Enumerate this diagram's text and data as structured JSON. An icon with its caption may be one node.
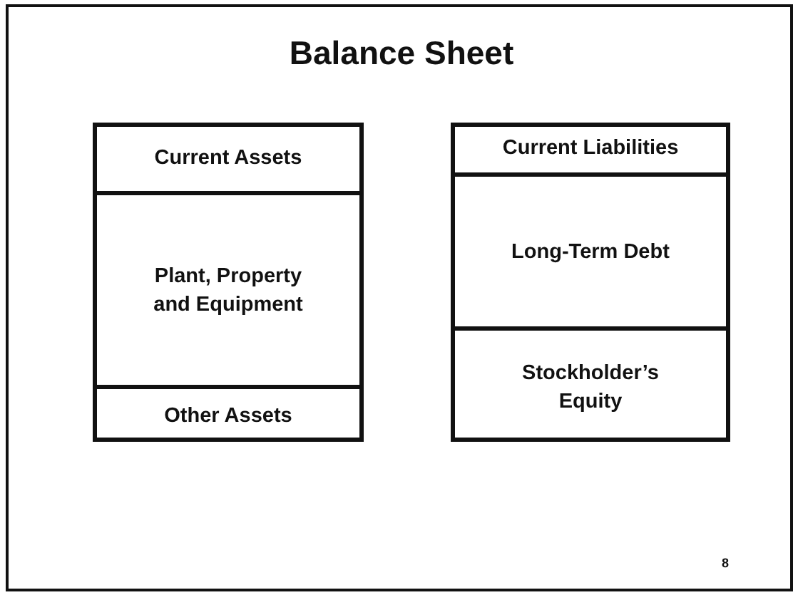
{
  "diagram": {
    "title": "Balance Sheet",
    "nodes": [
      {
        "text": [],
        "shape": "box"
      },
      {
        "text": [
          "Current Assets"
        ],
        "in": 0
      },
      {
        "text": [
          "Plant, Property and Equipment"
        ],
        "in": 0
      },
      {
        "text": [
          "Other Assets"
        ],
        "in": 0
      },
      {
        "text": [],
        "shape": "box"
      },
      {
        "text": [
          "Current Liabilities"
        ],
        "in": 4
      },
      {
        "text": [
          "Long-Term Debt"
        ],
        "in": 4
      },
      {
        "text": [
          "Stockholder’s Equity"
        ],
        "in": 4
      }
    ],
    "labels": [
      "8"
    ]
  }
}
